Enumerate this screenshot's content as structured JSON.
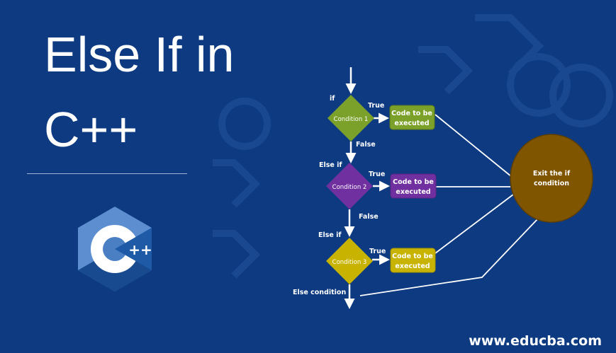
{
  "title": {
    "line1": "Else If in",
    "line2": "C++"
  },
  "logo": {
    "letter": "C",
    "suffix": "++"
  },
  "website": "www.educba.com",
  "flowchart": {
    "if_label": "if",
    "else_if_label": "Else if",
    "true_label": "True",
    "false_label": "False",
    "else_condition_label": "Else condition",
    "conditions": [
      {
        "label": "Condition 1",
        "color": "#7ba12a"
      },
      {
        "label": "Condition 2",
        "color": "#7030a0"
      },
      {
        "label": "Condition 3",
        "color": "#c8b400"
      }
    ],
    "action": {
      "line1": "Code to be",
      "line2": "executed"
    },
    "exit": {
      "line1": "Exit the if",
      "line2": "condition",
      "color": "#7f5500"
    }
  }
}
